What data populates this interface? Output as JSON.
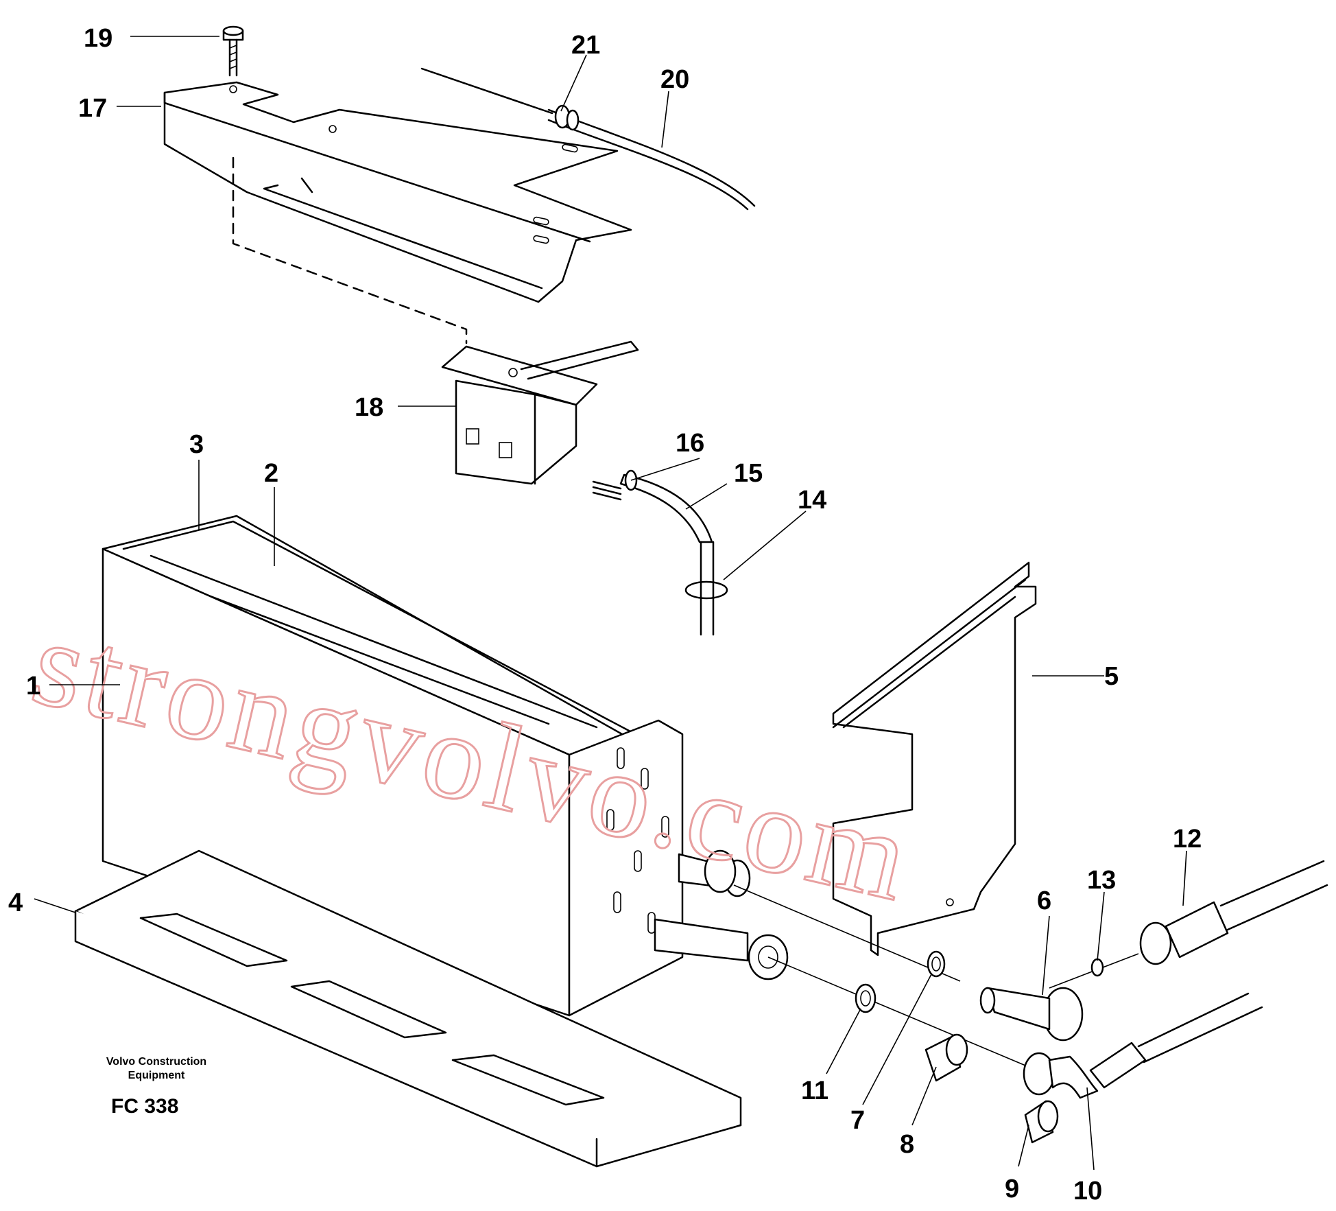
{
  "diagram": {
    "callouts": [
      "19",
      "21",
      "20",
      "17",
      "18",
      "3",
      "2",
      "16",
      "15",
      "14",
      "1",
      "5",
      "4",
      "12",
      "6",
      "13",
      "11",
      "7",
      "8",
      "9",
      "10"
    ],
    "caption": {
      "company_line1": "Volvo Construction",
      "company_line2": "Equipment",
      "figure_code": "FC 338"
    },
    "watermark": "strongvolvo.com"
  }
}
